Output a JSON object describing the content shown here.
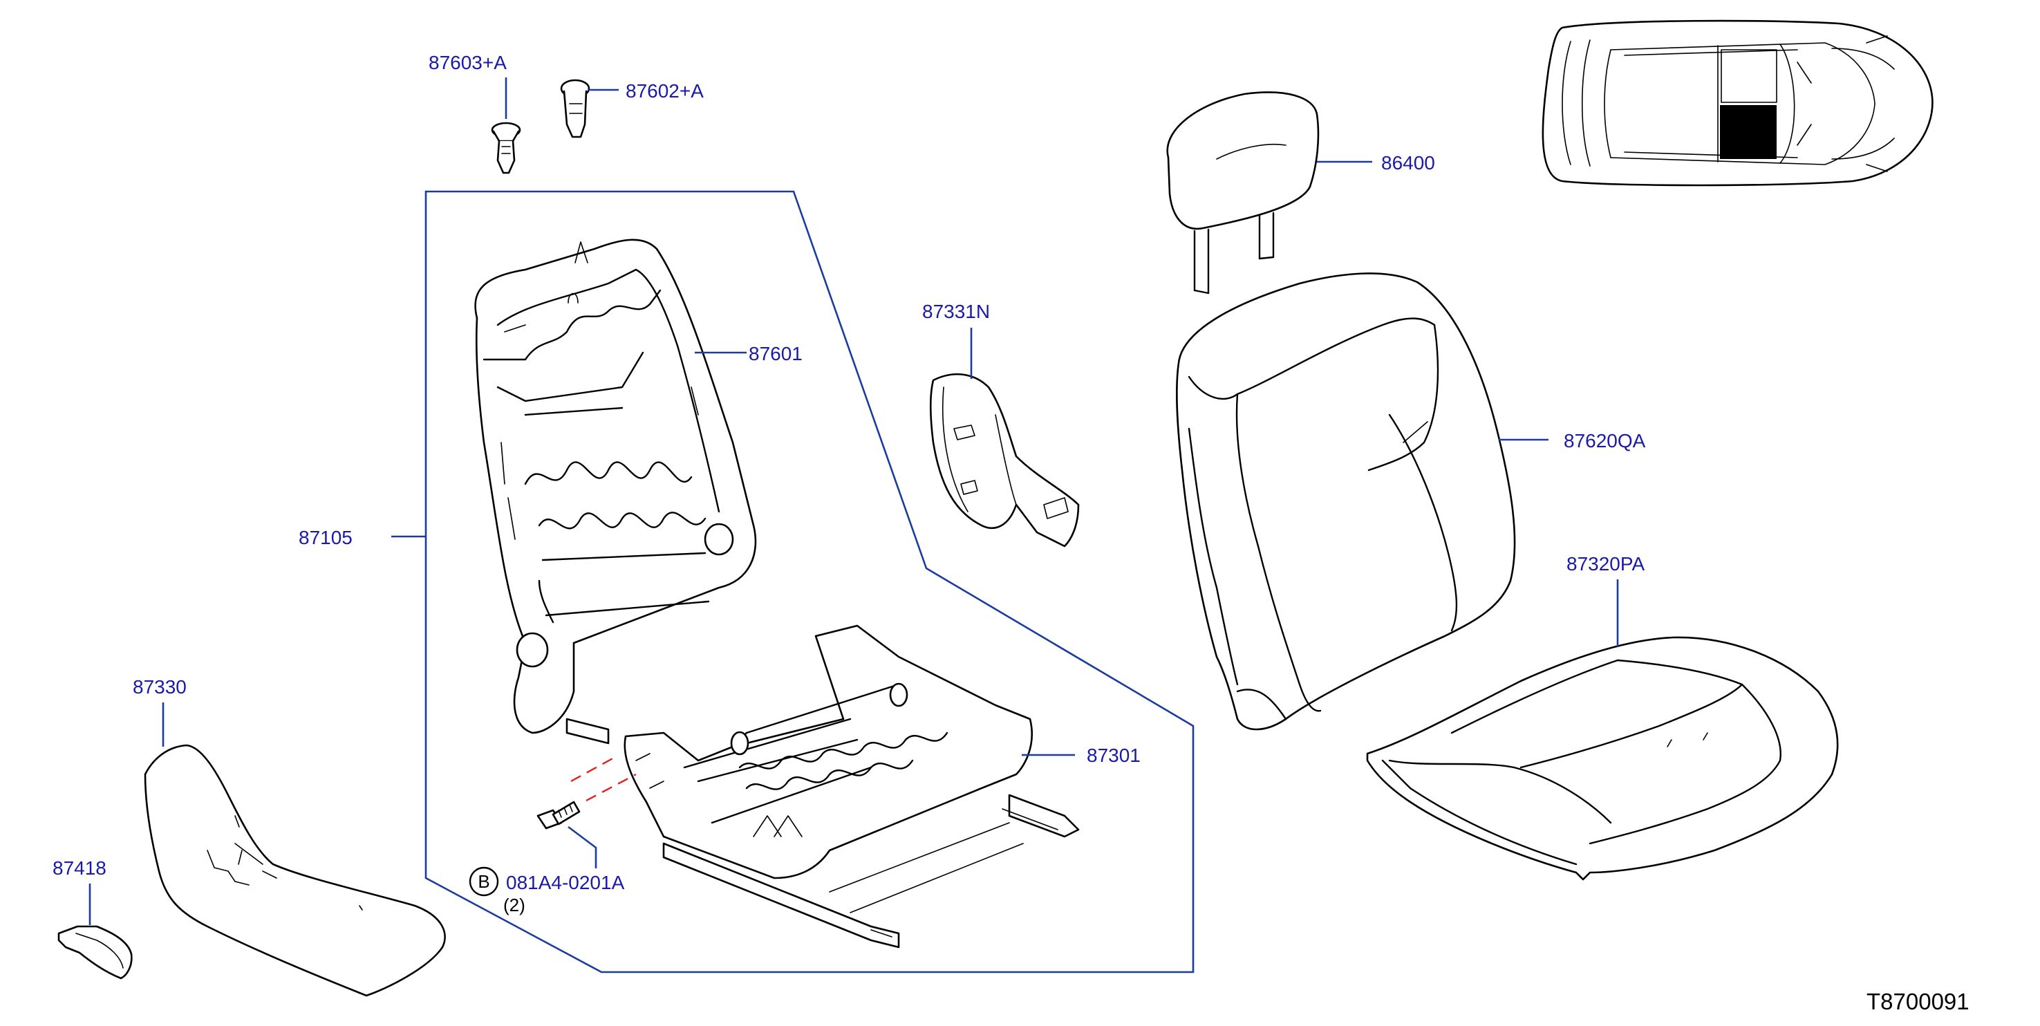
{
  "diagram_code": "T8700091",
  "parts": {
    "p87603": "87603+A",
    "p87602": "87602+A",
    "p86400": "86400",
    "p87331": "87331N",
    "p87601": "87601",
    "p87620": "87620QA",
    "p87105": "87105",
    "p87320": "87320PA",
    "p87330": "87330",
    "p87301": "87301",
    "p87418": "87418",
    "bolt": "081A4-0201A",
    "bolt_marker": "B",
    "bolt_qty": "(2)"
  },
  "colors": {
    "label": "#1a1aa8",
    "leader": "#1a3c9e",
    "outline": "#000000",
    "dashed_guide": "#e02020"
  }
}
